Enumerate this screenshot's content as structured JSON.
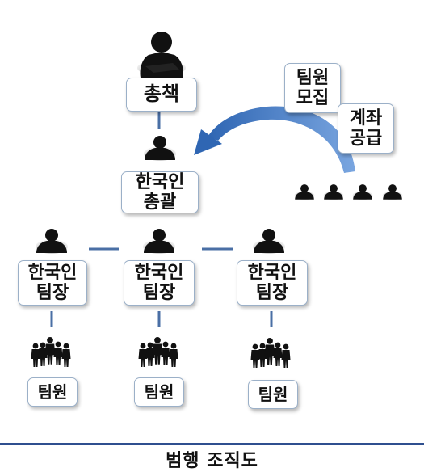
{
  "nodes": {
    "chief": {
      "lines": [
        "총책"
      ]
    },
    "korean_head": {
      "lines": [
        "한국인",
        "총괄"
      ]
    },
    "leader_1": {
      "lines": [
        "한국인",
        "팀장"
      ]
    },
    "leader_2": {
      "lines": [
        "한국인",
        "팀장"
      ]
    },
    "leader_3": {
      "lines": [
        "한국인",
        "팀장"
      ]
    },
    "member_1": {
      "lines": [
        "팀원"
      ]
    },
    "member_2": {
      "lines": [
        "팀원"
      ]
    },
    "member_3": {
      "lines": [
        "팀원"
      ]
    }
  },
  "side_labels": {
    "recruit": [
      "팀원",
      "모집"
    ],
    "account": [
      "계좌",
      "공급"
    ]
  },
  "caption": "범행 조직도",
  "colors": {
    "connector": "#4a6fa5",
    "arrow": "#3b6fb6",
    "box_border": "#9bb0c8",
    "silhouette": "#111111",
    "divider": "#2f4f8f"
  },
  "icons": [
    "person-silhouette-icon",
    "group-silhouette-icon",
    "curved-arrow-icon"
  ]
}
